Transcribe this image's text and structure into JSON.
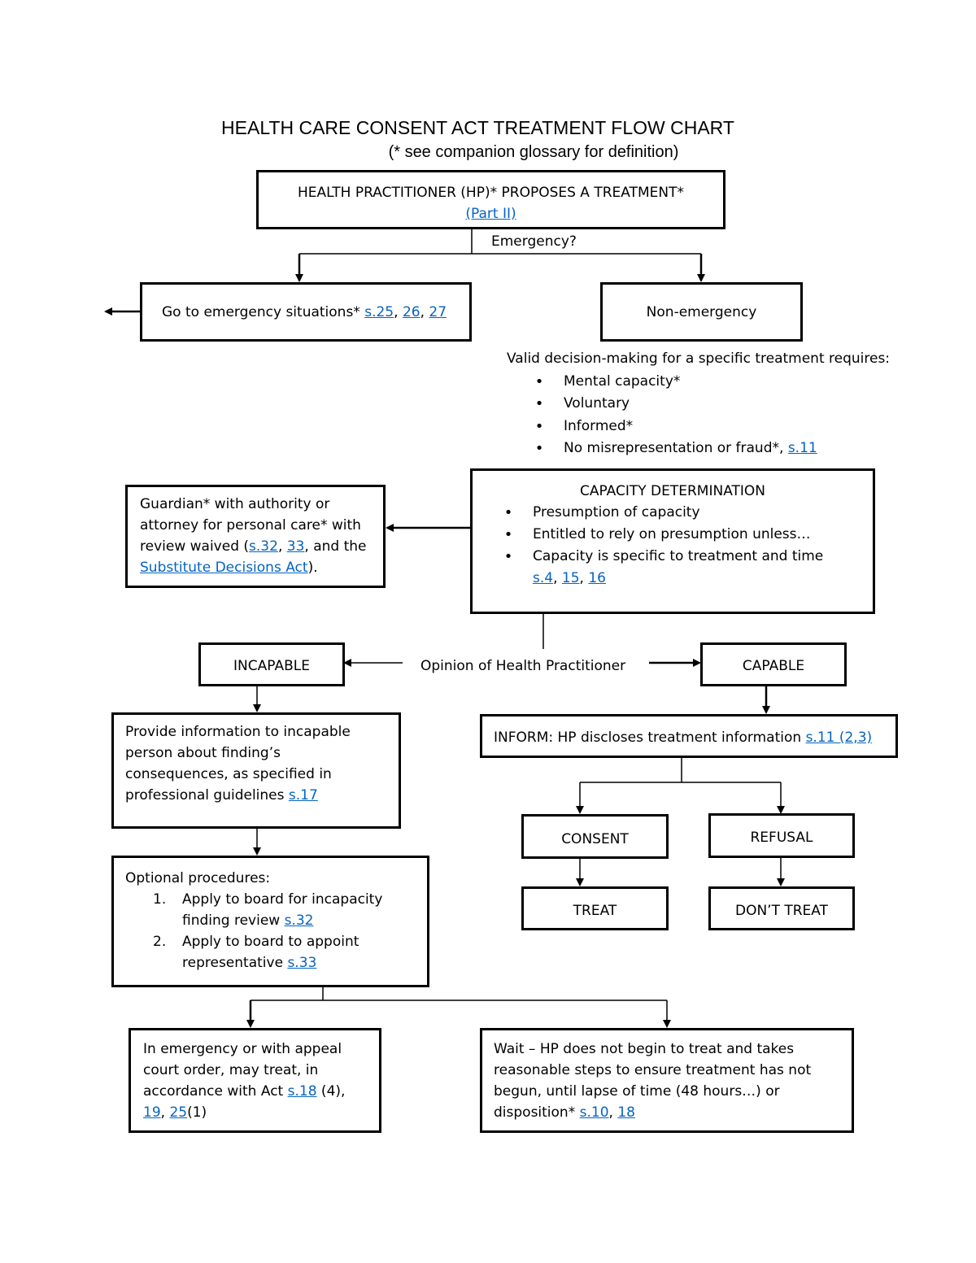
{
  "title": "HEALTH CARE CONSENT ACT TREATMENT FLOW CHART",
  "subtitle": "(* see companion glossary for definition)",
  "proposes": {
    "text": "HEALTH PRACTITIONER (HP)* PROPOSES A TREATMENT*",
    "link": "(Part II)"
  },
  "emergency_question": "Emergency?",
  "emergency_box": {
    "text": "Go to emergency situations* ",
    "links": [
      "s.25",
      "26",
      "27"
    ],
    "sep": ", "
  },
  "non_emergency": "Non-emergency",
  "valid_decision": {
    "heading": "Valid decision-making for a specific treatment requires:",
    "items": [
      "Mental capacity*",
      "Voluntary",
      "Informed*",
      "No misrepresentation or fraud*, "
    ],
    "last_link": "s.11"
  },
  "capacity": {
    "heading": "CAPACITY DETERMINATION",
    "items": [
      "Presumption of capacity",
      "Entitled to rely on presumption unless…",
      "Capacity is specific to treatment and time"
    ],
    "links": [
      "s.4",
      "15",
      "16"
    ],
    "sep": ", "
  },
  "guardian": {
    "line1": "Guardian* with authority or",
    "line2": "attorney for personal care* with",
    "line3_pre": "review waived (",
    "link1": "s.32",
    "sep": ", ",
    "link2": "33",
    "line3_post": ", and the",
    "link3": "Substitute Decisions Act",
    "line4_post": ")."
  },
  "opinion": "Opinion of Health Practitioner",
  "incapable": "INCAPABLE",
  "capable": "CAPABLE",
  "provide_info": {
    "lines": [
      "Provide information to incapable",
      "person about finding’s",
      "consequences, as specified in",
      "professional guidelines "
    ],
    "link": "s.17"
  },
  "inform": {
    "text": "INFORM: HP discloses treatment information ",
    "link": "s.11 (2,3)"
  },
  "consent": "CONSENT",
  "refusal": "REFUSAL",
  "treat": "TREAT",
  "dont_treat": "DON’T TREAT",
  "optional": {
    "heading": "Optional procedures:",
    "items": [
      {
        "num": "1.",
        "line1": "Apply to board for incapacity",
        "line2": "finding review ",
        "link": "s.32"
      },
      {
        "num": "2.",
        "line1": "Apply to board to appoint",
        "line2": "representative ",
        "link": "s.33"
      }
    ]
  },
  "emergency_appeal": {
    "line1": "In emergency or with appeal",
    "line2": "court order, may treat, in",
    "line3_pre": "accordance with Act ",
    "link1": "s.18",
    "line3_post": " (4),",
    "link2": "19",
    "sep": ", ",
    "link3": "25",
    "line4_post": "(1)"
  },
  "wait": {
    "lines": [
      "Wait – HP does not begin to treat and takes",
      "reasonable steps to ensure treatment has not",
      "begun, until lapse of time (48 hours…) or",
      "disposition* "
    ],
    "link1": "s.10",
    "sep": ", ",
    "link2": "18"
  },
  "colors": {
    "link": "#0563c1",
    "line": "#000000"
  }
}
